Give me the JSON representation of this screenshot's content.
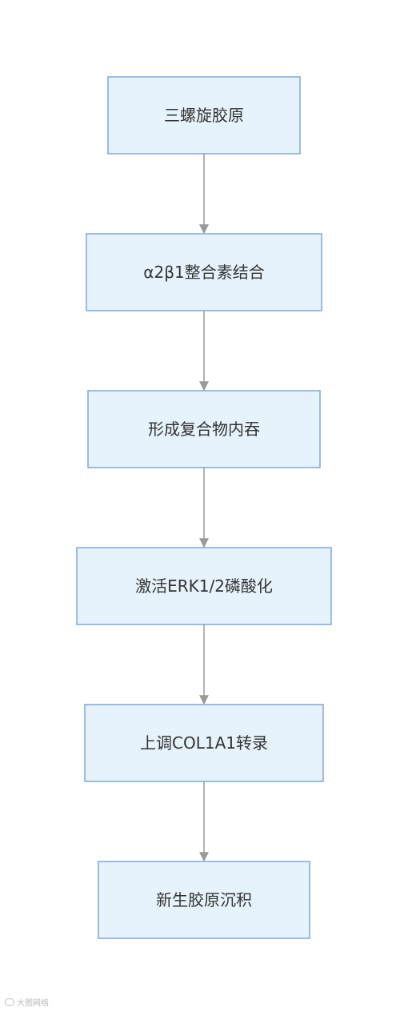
{
  "diagram": {
    "type": "flowchart",
    "direction": "top-to-bottom",
    "nodes": [
      {
        "id": "n1",
        "label": "三螺旋胶原"
      },
      {
        "id": "n2",
        "label": "α2β1整合素结合"
      },
      {
        "id": "n3",
        "label": "形成复合物内吞"
      },
      {
        "id": "n4",
        "label": "激活ERK1/2磷酸化"
      },
      {
        "id": "n5",
        "label": "上调COL1A1转录"
      },
      {
        "id": "n6",
        "label": "新生胶原沉积"
      }
    ],
    "edges": [
      {
        "from": "n1",
        "to": "n2"
      },
      {
        "from": "n2",
        "to": "n3"
      },
      {
        "from": "n3",
        "to": "n4"
      },
      {
        "from": "n4",
        "to": "n5"
      },
      {
        "from": "n5",
        "to": "n6"
      }
    ],
    "colors": {
      "node_fill": "#E6F3FC",
      "node_border": "#7FA7DF",
      "edge": "#999999",
      "text": "#333333"
    }
  },
  "watermark": {
    "icon": "cloud-logo-icon",
    "text": "大图网络"
  }
}
